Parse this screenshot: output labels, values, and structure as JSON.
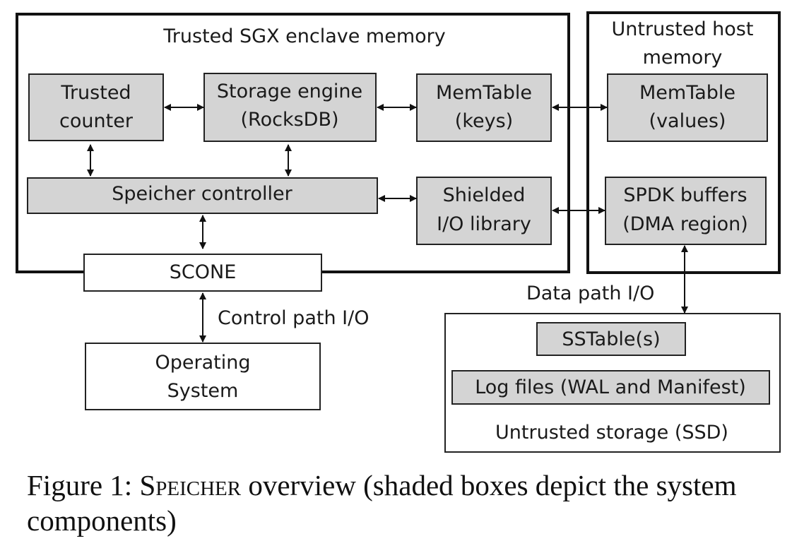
{
  "regions": {
    "enclave": "Trusted SGX enclave memory",
    "host_line1": "Untrusted host",
    "host_line2": "memory",
    "storage": "Untrusted storage (SSD)"
  },
  "boxes": {
    "trusted_counter": [
      "Trusted",
      "counter"
    ],
    "storage_engine": [
      "Storage engine",
      "(RocksDB)"
    ],
    "memtable_keys": [
      "MemTable",
      "(keys)"
    ],
    "memtable_values": [
      "MemTable",
      "(values)"
    ],
    "speicher_controller": "Speicher controller",
    "shielded_io": [
      "Shielded",
      "I/O library"
    ],
    "spdk_buffers": [
      "SPDK buffers",
      "(DMA region)"
    ],
    "scone": "SCONE",
    "operating_system": [
      "Operating",
      "System"
    ],
    "sstables": "SSTable(s)",
    "log_files": "Log files (WAL and Manifest)"
  },
  "labels": {
    "control_path": "Control path I/O",
    "data_path": "Data path I/O"
  },
  "caption": {
    "prefix": "Figure 1: ",
    "name": "Speicher",
    "suffix": " overview (shaded boxes depict the system components)"
  }
}
